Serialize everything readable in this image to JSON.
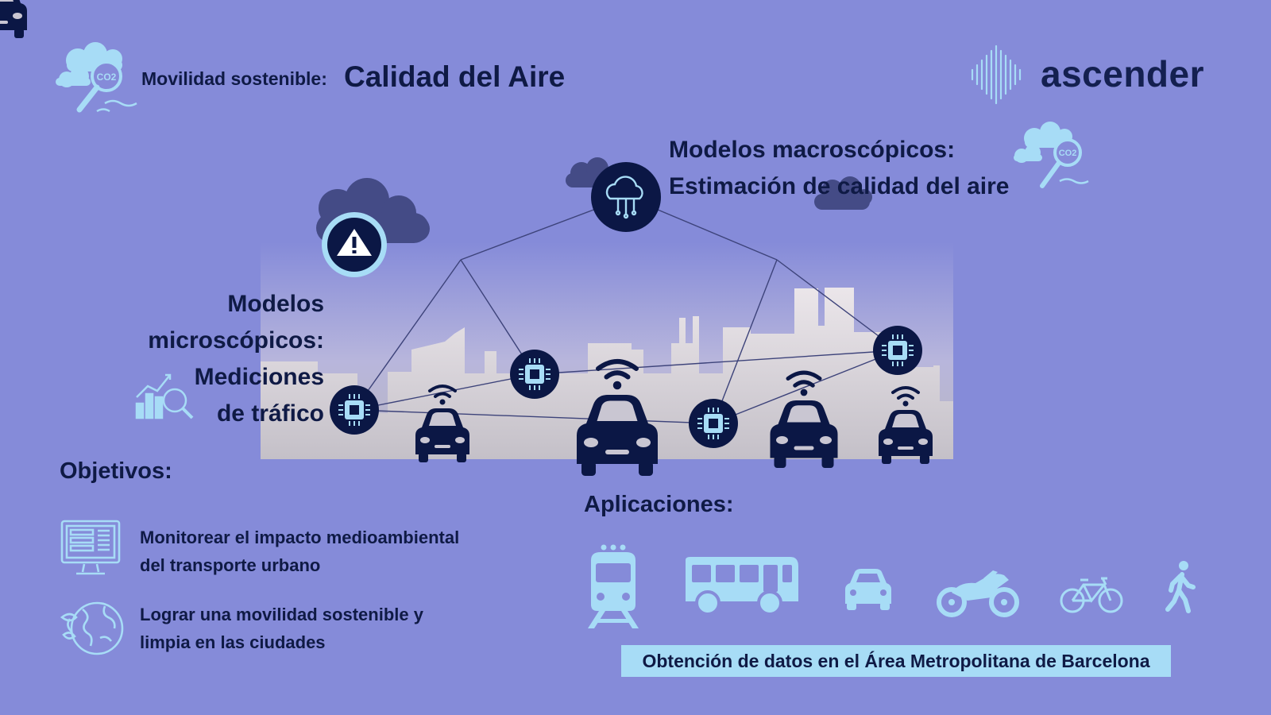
{
  "header": {
    "subtitle_prefix": "Movilidad sostenible:",
    "title": "Calidad del Aire",
    "brand": "ascender"
  },
  "macro": {
    "line1": "Modelos macroscópicos:",
    "line2": "Estimación de calidad del aire"
  },
  "micro": {
    "line1": "Modelos",
    "line2": "microscópicos:",
    "line3": "Mediciones",
    "line4": "de tráfico"
  },
  "objetivos": {
    "title": "Objetivos:",
    "items": [
      {
        "icon": "monitor-dashboard-icon",
        "line1": "Monitorear el impacto medioambiental",
        "line2": "del transporte urbano"
      },
      {
        "icon": "earth-leaf-icon",
        "line1": "Lograr una movilidad sostenible y",
        "line2": "limpia en las ciudades"
      }
    ]
  },
  "aplicaciones": {
    "title": "Aplicaciones:",
    "icons": [
      "train-icon",
      "bus-icon",
      "car-icon",
      "motorcycle-icon",
      "bicycle-icon",
      "pedestrian-icon"
    ],
    "footer": "Obtención de datos en el Área Metropolitana de Barcelona"
  },
  "colors": {
    "background": "#858bd9",
    "text": "#0f1a45",
    "node": "#0b1745",
    "icon_light": "#a7dcf6",
    "skyline": "#e8e4ec"
  }
}
